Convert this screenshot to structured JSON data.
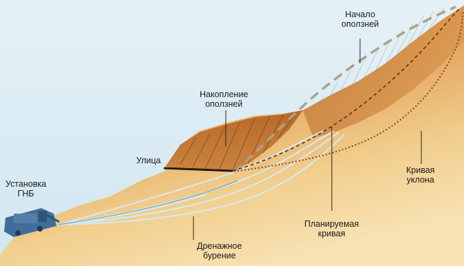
{
  "labels": {
    "landslide_start": [
      "Начало",
      "оползней"
    ],
    "landslide_accumulation": [
      "Накопление",
      "оползней"
    ],
    "street": "Улица",
    "hdd_rig": [
      "Установка",
      "ГНБ"
    ],
    "slope_curve": [
      "Кривая",
      "уклона"
    ],
    "planned_curve": [
      "Планируемая",
      "кривая"
    ],
    "drainage_drilling": [
      "Дренажное",
      "бурение"
    ]
  },
  "colors": {
    "sky": "#d7eaf3",
    "ground_light": "#f5dca8",
    "ground_dark": "#c47a2e",
    "slide_mass": "#b86a2a",
    "drain_lines": "#cfe6ef",
    "rig": "#3f6e9c",
    "dashed_curve": "#a9a58a",
    "dotted_curve": "#8a4a1a"
  }
}
